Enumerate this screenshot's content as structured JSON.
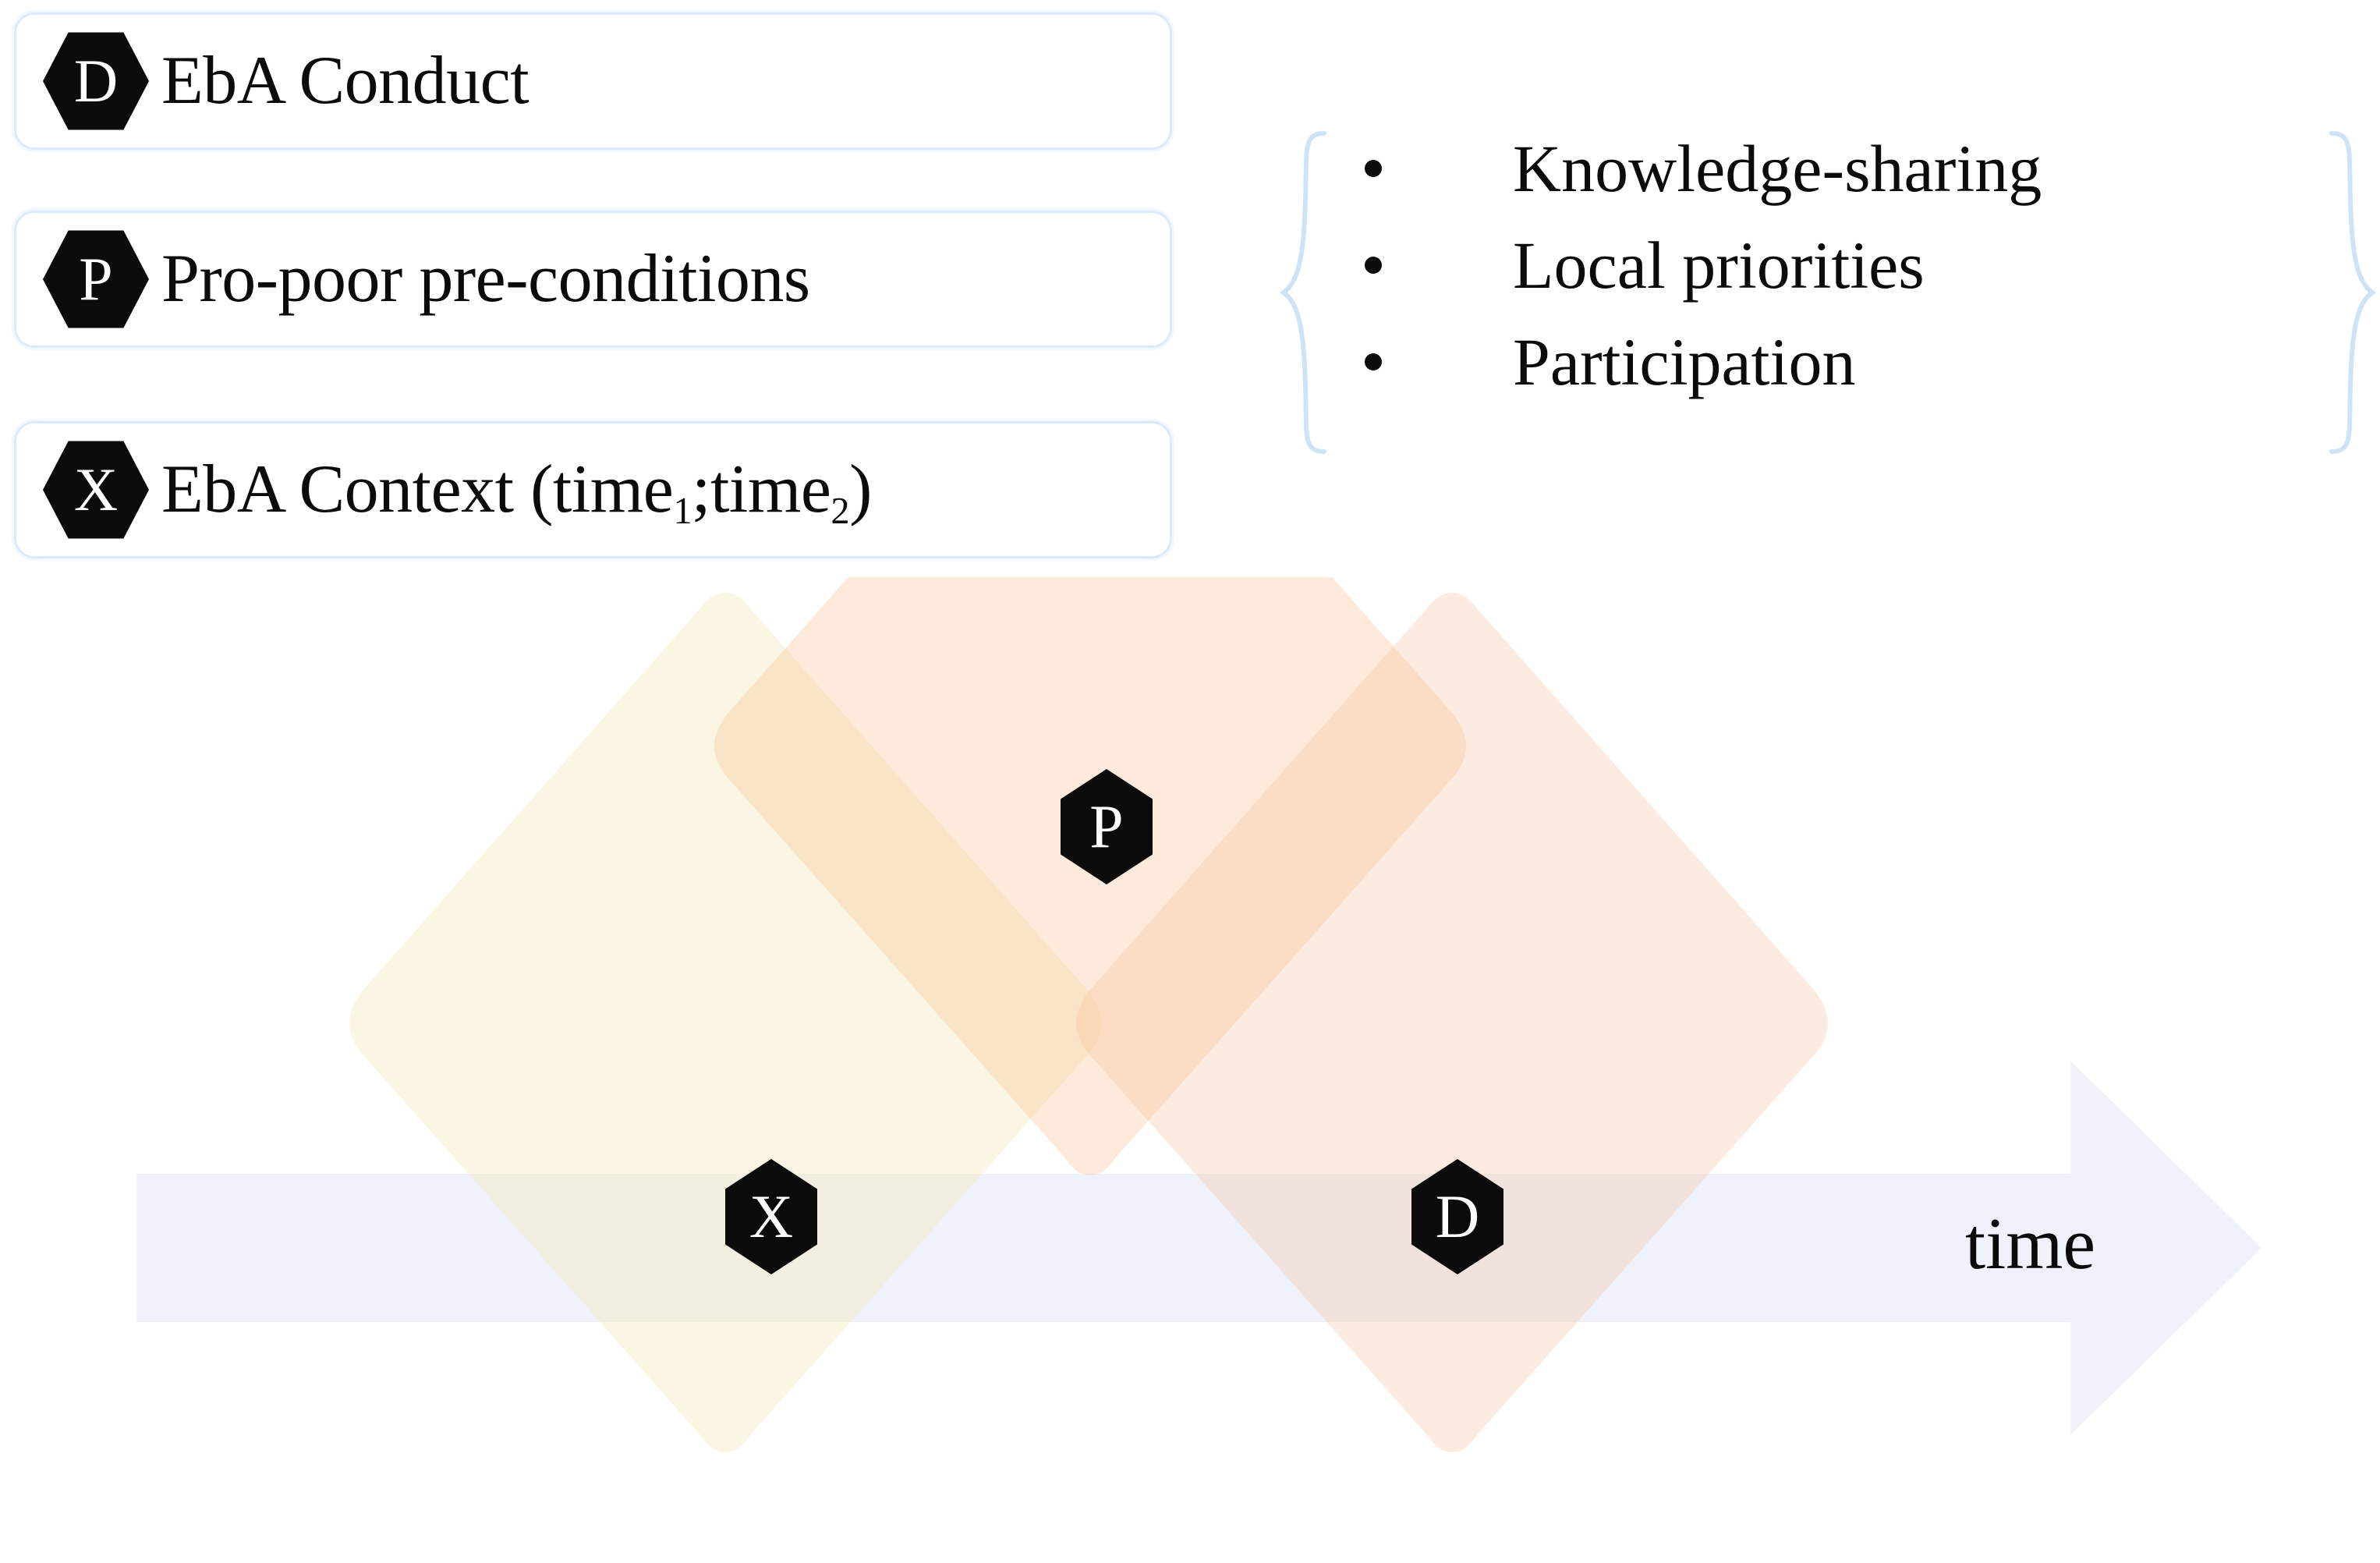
{
  "legend": {
    "items": [
      {
        "symbol": "D",
        "label": "EbA Conduct"
      },
      {
        "symbol": "P",
        "label": "Pro-poor pre-conditions"
      },
      {
        "symbol": "X",
        "label_main": "EbA Context (time",
        "sub1": "1",
        "sep": ";time",
        "sub2": "2",
        "label_end": ")"
      }
    ]
  },
  "brace_list": {
    "bullets": [
      "Knowledge-sharing",
      "Local priorities",
      "Participation"
    ]
  },
  "diagram": {
    "axis_label": "time",
    "nodes": [
      {
        "symbol": "P",
        "name": "pro-poor-pre-conditions"
      },
      {
        "symbol": "X",
        "name": "eba-context"
      },
      {
        "symbol": "D",
        "name": "eba-conduct"
      }
    ]
  },
  "colors": {
    "arrow_blue": "#F0F2FB",
    "diamond_yellow": "#FFFAE8",
    "diamond_peach": "#FDEEE0",
    "diamond_pink": "#FDF0EB",
    "box_border": "#DBEAFE",
    "brace": "#CFE3F7",
    "hex_fill": "#0B0B0B",
    "hex_text": "#FFFFFF",
    "text": "#0B0B0B"
  }
}
